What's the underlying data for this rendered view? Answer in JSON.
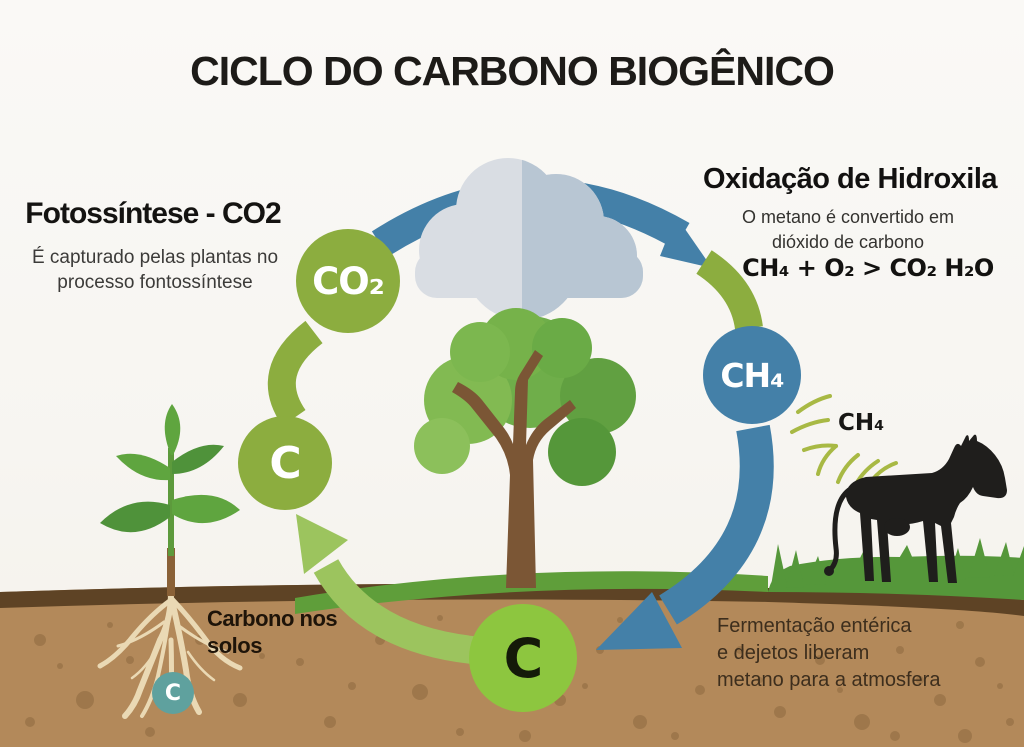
{
  "title": "CICLO DO CARBONO BIOGÊNICO",
  "photosynthesis": {
    "heading": "Fotossíntese - CO2",
    "body_line1": "É capturado pelas plantas no",
    "body_line2": "processo fontossíntese"
  },
  "oxidation": {
    "heading": "Oxidação de Hidroxila",
    "body_line1": "O metano é convertido em",
    "body_line2": "dióxido de carbono",
    "formula": "CH₄ + O₂ > CO₂ H₂O"
  },
  "nodes": {
    "co2": "CO₂",
    "ch4": "CH₄",
    "carbon_cycle": "C",
    "carbon_soil": "C",
    "carbon_roots": "C"
  },
  "labels": {
    "cow_methane": "CH₄",
    "soil_carbon": "Carbono nos solos",
    "fermentation_line1": "Fermentação entérica",
    "fermentation_line2": "e dejetos liberam",
    "fermentation_line3": "metano para a atmosfera"
  },
  "colors": {
    "cycle_green": "#8cad3f",
    "cycle_blue": "#4480a8",
    "bright_green": "#8dc63f",
    "light_green_arrow": "#9cc45e",
    "grass_green": "#5f9e3a",
    "soil_brown": "#b3895a",
    "soil_band_brown": "#5e4325",
    "teal": "#5fa19e",
    "cloud_light": "#d9dde3",
    "cloud_dark": "#b8c6d3",
    "text_dark": "#1d1b18"
  }
}
